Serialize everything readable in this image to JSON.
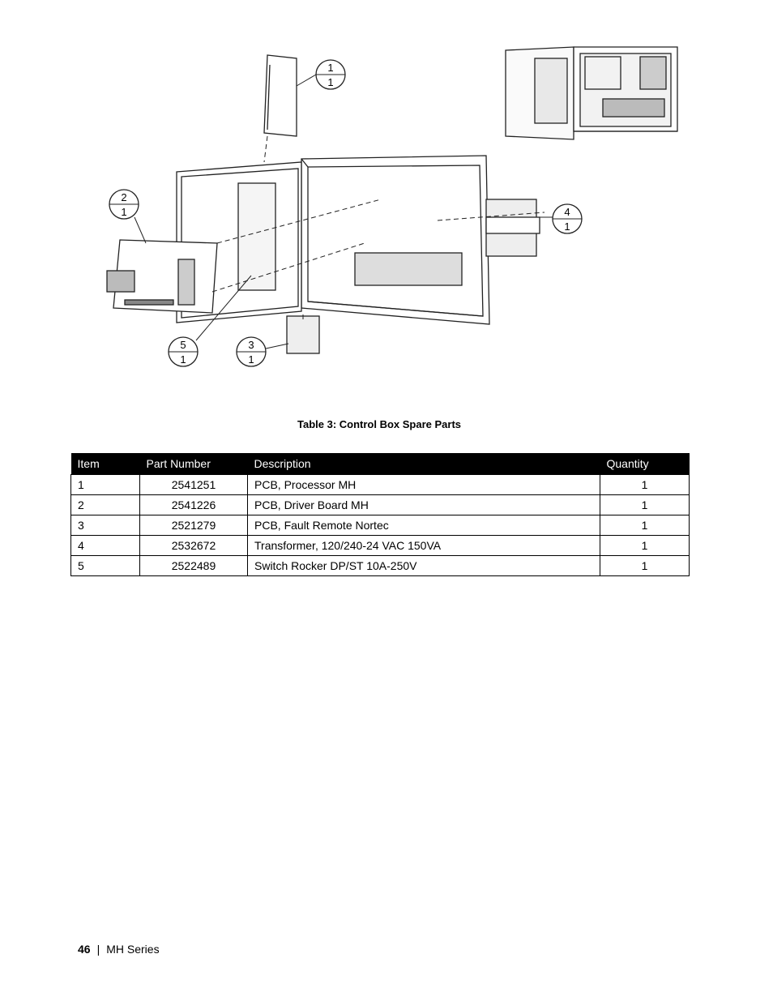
{
  "figure": {
    "callouts": [
      {
        "item": "1",
        "qty": "1"
      },
      {
        "item": "2",
        "qty": "1"
      },
      {
        "item": "3",
        "qty": "1"
      },
      {
        "item": "4",
        "qty": "1"
      },
      {
        "item": "5",
        "qty": "1"
      }
    ]
  },
  "table": {
    "caption": "Table 3:  Control Box Spare Parts",
    "headers": [
      "Item",
      "Part Number",
      "Description",
      "Quantity"
    ],
    "rows": [
      {
        "item": "1",
        "part": "2541251",
        "desc": "PCB, Processor MH",
        "qty": "1"
      },
      {
        "item": "2",
        "part": "2541226",
        "desc": "PCB, Driver Board MH",
        "qty": "1"
      },
      {
        "item": "3",
        "part": "2521279",
        "desc": "PCB, Fault Remote Nortec",
        "qty": "1"
      },
      {
        "item": "4",
        "part": "2532672",
        "desc": "Transformer, 120/240-24 VAC 150VA",
        "qty": "1"
      },
      {
        "item": "5",
        "part": "2522489",
        "desc": "Switch Rocker DP/ST 10A-250V",
        "qty": "1"
      }
    ]
  },
  "footer": {
    "page_number": "46",
    "separator": "|",
    "series": "MH Series"
  }
}
